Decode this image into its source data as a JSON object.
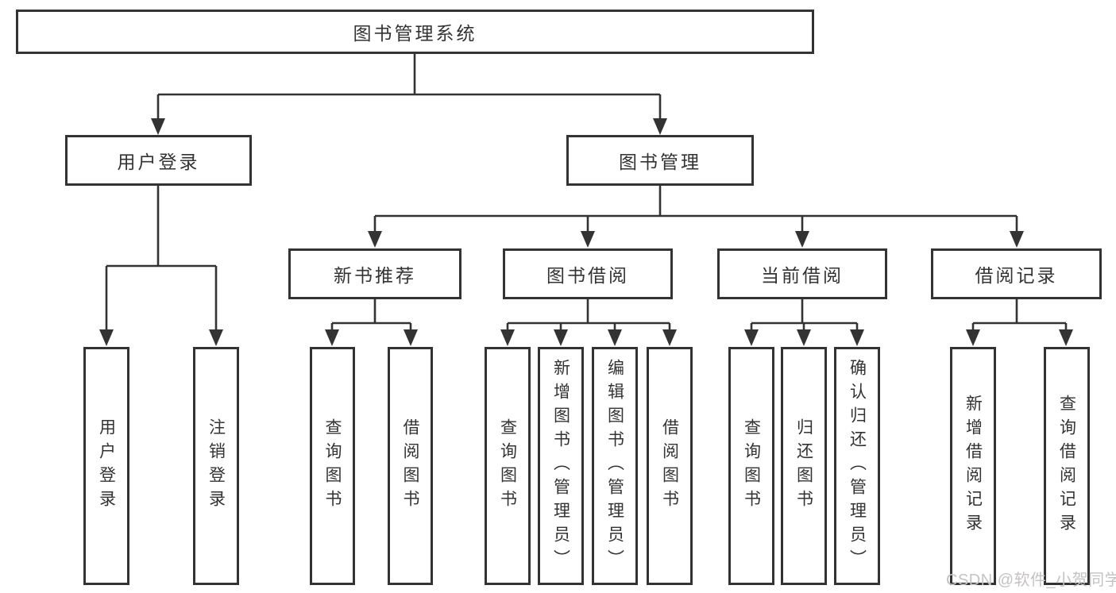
{
  "diagram": {
    "root": {
      "label": "图书管理系统",
      "children": [
        {
          "label": "用户登录",
          "children": [
            {
              "label": "用户登录"
            },
            {
              "label": "注销登录"
            }
          ]
        },
        {
          "label": "图书管理",
          "children": [
            {
              "label": "新书推荐",
              "children": [
                {
                  "label": "查询图书"
                },
                {
                  "label": "借阅图书"
                }
              ]
            },
            {
              "label": "图书借阅",
              "children": [
                {
                  "label": "查询图书"
                },
                {
                  "label": "新增图书（管理员）"
                },
                {
                  "label": "编辑图书（管理员）"
                },
                {
                  "label": "借阅图书"
                }
              ]
            },
            {
              "label": "当前借阅",
              "children": [
                {
                  "label": "查询图书"
                },
                {
                  "label": "归还图书"
                },
                {
                  "label": "确认归还（管理员）"
                }
              ]
            },
            {
              "label": "借阅记录",
              "children": [
                {
                  "label": "新增借阅记录"
                },
                {
                  "label": "查询借阅记录"
                }
              ]
            }
          ]
        }
      ]
    }
  },
  "watermark": {
    "text": "CSDN @软件_小贺同学",
    "color": "#c5c2c2"
  },
  "colors": {
    "line": "#333333",
    "box_border": "#333333",
    "box_fill": "#ffffff",
    "text": "#333333",
    "background": "#ffffff"
  }
}
